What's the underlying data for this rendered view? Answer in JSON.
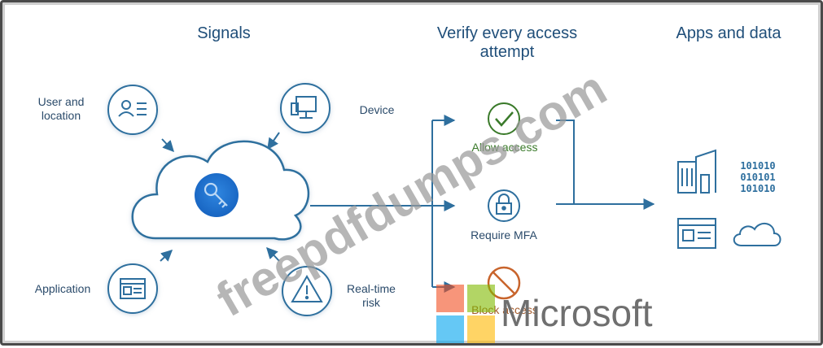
{
  "headers": {
    "signals": "Signals",
    "verify_line1": "Verify every access",
    "verify_line2": "attempt",
    "apps": "Apps and data"
  },
  "signals": {
    "user_line1": "User and",
    "user_line2": "location",
    "device": "Device",
    "application": "Application",
    "risk_line1": "Real-time",
    "risk_line2": "risk"
  },
  "decisions": {
    "allow": "Allow access",
    "mfa": "Require MFA",
    "block": "Block access"
  },
  "apps_icons": {
    "binary_line1": "101010",
    "binary_line2": "010101",
    "binary_line3": "101010"
  },
  "watermark": {
    "text": "freepdfdumps.com",
    "brand": "Microsoft"
  },
  "colors": {
    "line": "#2e6f9e",
    "heading": "#1f4e79",
    "key_blue": "#1e73d2",
    "allow_green": "#3a7a2a",
    "block_orange": "#c8642c",
    "ms_red": "#f25022",
    "ms_green": "#7fba00",
    "ms_blue": "#00a4ef",
    "ms_yellow": "#ffb900"
  },
  "icons": [
    "user-card-icon",
    "monitor-icon",
    "app-window-icon",
    "warning-triangle-icon",
    "key-icon",
    "check-icon",
    "lock-icon",
    "block-icon",
    "building-icon",
    "binary-data-icon",
    "window-icon",
    "cloud-icon"
  ]
}
